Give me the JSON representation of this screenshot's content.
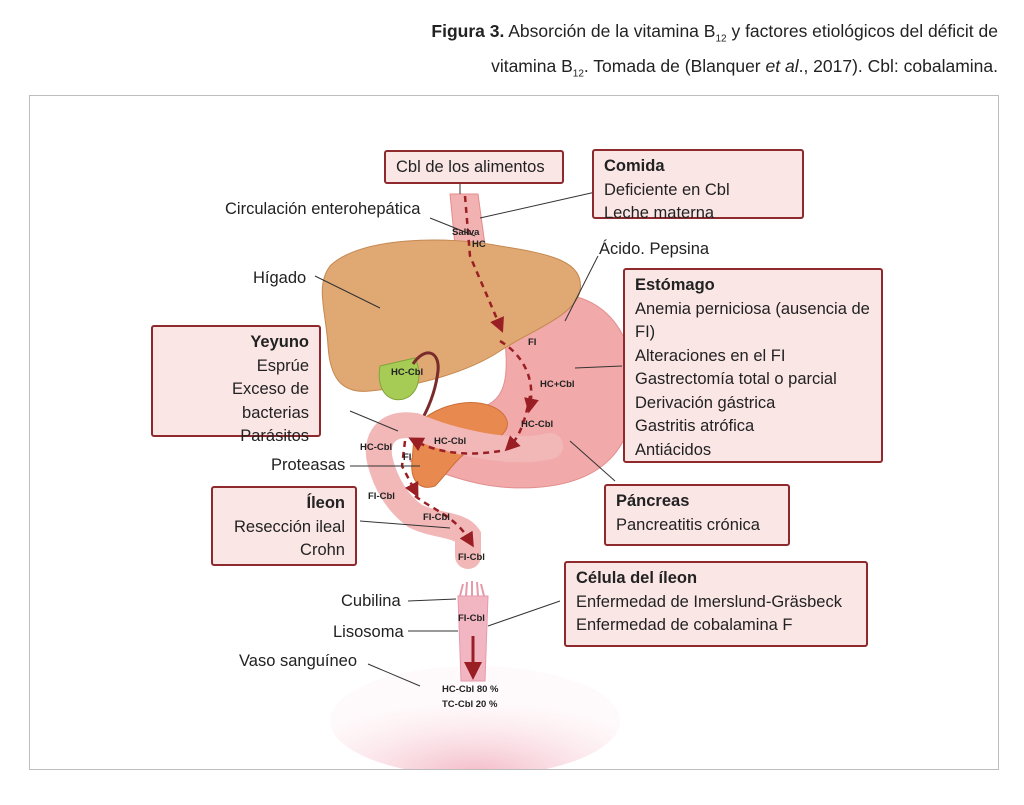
{
  "caption": {
    "figure_label": "Figura 3.",
    "line1_text": "Absorción de la vitamina B",
    "sub1": "12",
    "line1_rest": "y factores etiológicos del déficit de",
    "line2_text": "vitamina B",
    "sub2": "12",
    "line2_a": ". Tomada de (Blanquer ",
    "line2_italic": "et al",
    "line2_b": "., 2017). Cbl: cobalamina."
  },
  "boxes": {
    "cbl_food": "Cbl de los alimentos",
    "comida": {
      "title": "Comida",
      "items": [
        "Deficiente en Cbl",
        "Leche materna"
      ]
    },
    "estomago": {
      "title": "Estómago",
      "items": [
        "Anemia perniciosa (ausencia de FI)",
        "Alteraciones en el FI",
        "Gastrectomía total o parcial",
        "Derivación gástrica",
        "Gastritis atrófica",
        "Antiácidos"
      ]
    },
    "yeyuno": {
      "title": "Yeyuno",
      "items": [
        "Esprúe",
        "Exceso de bacterias",
        "Parásitos"
      ]
    },
    "ileon": {
      "title": "Íleon",
      "items": [
        "Resección ileal",
        "Crohn"
      ]
    },
    "pancreas": {
      "title": "Páncreas",
      "items": [
        "Pancreatitis crónica"
      ]
    },
    "celula": {
      "title": "Célula del íleon",
      "items": [
        "Enfermedad de Imerslund-Gräsbeck",
        "Enfermedad de cobalamina F"
      ]
    }
  },
  "labels": {
    "circulacion": "Circulación enterohepática",
    "higado": "Hígado",
    "acido": "Ácido. Pepsina",
    "proteasas": "Proteasas",
    "cubilina": "Cubilina",
    "lisosoma": "Lisosoma",
    "vaso": "Vaso sanguíneo"
  },
  "small_labels": {
    "saliva": "Saliva",
    "hc_top": "HC",
    "fi": "FI",
    "hc_plus_cbl": "HC+Cbl",
    "hc_cbl_stomach": "HC-Cbl",
    "hc_cbl_gall": "HC-Cbl",
    "hc_cbl_mid": "HC-Cbl",
    "hc_cbl_left": "HC-Cbl",
    "fi_duod": "FI",
    "fi_cbl_1": "FI-Cbl",
    "fi_cbl_2": "FI-Cbl",
    "fi_cbl_3": "FI-Cbl",
    "fi_cbl_cell": "FI-Cbl",
    "hc_cbl_80": "HC-Cbl 80 %",
    "tc_cbl_20": "TC-Cbl 20 %"
  },
  "colors": {
    "box_border": "#8e2a2e",
    "box_fill": "#fbe6e6",
    "liver": "#e0a873",
    "stomach": "#f2a5a5",
    "pancreas": "#e8894f",
    "arrow": "#9a1f24"
  }
}
